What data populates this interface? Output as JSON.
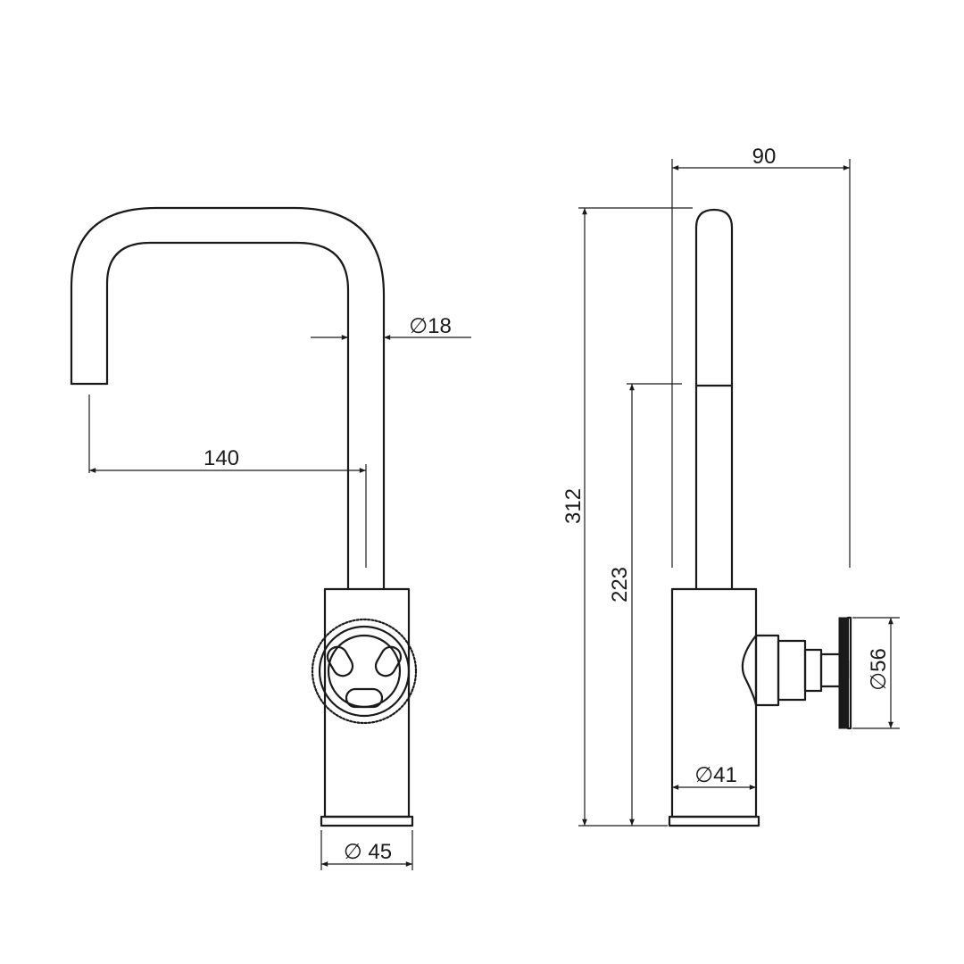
{
  "front_view": {
    "dimensions": {
      "reach": "140",
      "spout_diameter": "∅18",
      "base_diameter": "∅ 45"
    }
  },
  "side_view": {
    "dimensions": {
      "depth": "90",
      "overall_height": "312",
      "spout_height": "223",
      "body_diameter": "∅41",
      "handle_diameter": "∅56"
    }
  },
  "line_color": "#1a1a1a"
}
